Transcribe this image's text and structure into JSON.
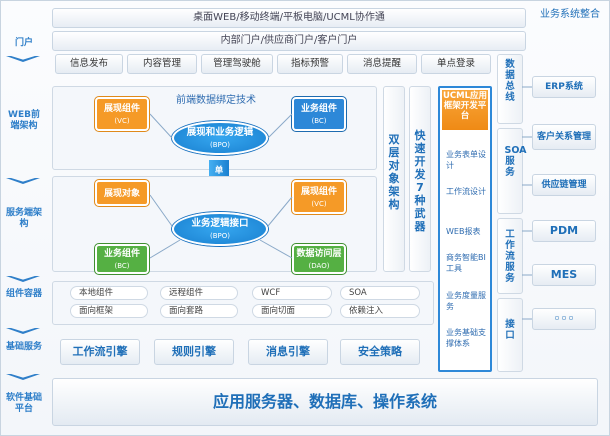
{
  "header": {
    "line1": "桌面WEB/移动终端/平板电脑/UCML协作通",
    "line2": "内部门户/供应商门户/客户门户",
    "corner": "业务系统整合"
  },
  "portal_tabs": [
    "信息发布",
    "内容管理",
    "管理驾驶舱",
    "指标预警",
    "消息提醒",
    "单点登录"
  ],
  "left_labels": {
    "portal": "门户",
    "web": "WEB前端架构",
    "service": "服务端架构",
    "component": "组件容器",
    "base": "基础服务",
    "software": "软件基础平台"
  },
  "web_layer": {
    "title": "前端数据绑定技术",
    "left_box": {
      "name": "展现组件",
      "code": "(VC)"
    },
    "right_box": {
      "name": "业务组件",
      "code": "(BC)"
    },
    "center": {
      "name": "展现和业务逻辑",
      "code": "(BPO)"
    }
  },
  "single_entry": "单入口",
  "service_layer": {
    "left_box": {
      "name": "展现对象"
    },
    "right_box": {
      "name": "展现组件",
      "code": "(VC)"
    },
    "center": {
      "name": "业务逻辑接口",
      "code": "(BPO)"
    },
    "bottom_left": {
      "name": "业务组件",
      "code": "(BC)"
    },
    "bottom_right": {
      "name": "数据访问层",
      "code": "(DAO)"
    }
  },
  "dual_layer": "双层对象架构",
  "rapid_dev": "快速开发7种武器",
  "ucml": {
    "title": "UCML应用框架开发平台",
    "items": [
      "业务表单设计",
      "工作流设计",
      "WEB报表",
      "商务智能BI工具",
      "业务度量服务",
      "业务基础支撑体系"
    ]
  },
  "components": {
    "row1": [
      "本地组件",
      "远程组件",
      "WCF",
      "SOA"
    ],
    "row2": [
      "面向框架",
      "面向套路",
      "面向切面",
      "依赖注入"
    ]
  },
  "engines": [
    "工作流引擎",
    "规则引擎",
    "消息引擎",
    "安全策略"
  ],
  "platform": "应用服务器、数据库、操作系统",
  "soa_column": {
    "data_bus": "数据总线",
    "soa": "SOA服务",
    "workflow": "工作流服务",
    "api": "接口"
  },
  "right_systems": [
    "ERP系统",
    "客户关系管理",
    "供应链管理",
    "PDM",
    "MES",
    "◦◦◦"
  ],
  "colors": {
    "accent": "#2f7fc9",
    "orange": "#f59a27",
    "green": "#55b043",
    "blue": "#2d88d8"
  }
}
